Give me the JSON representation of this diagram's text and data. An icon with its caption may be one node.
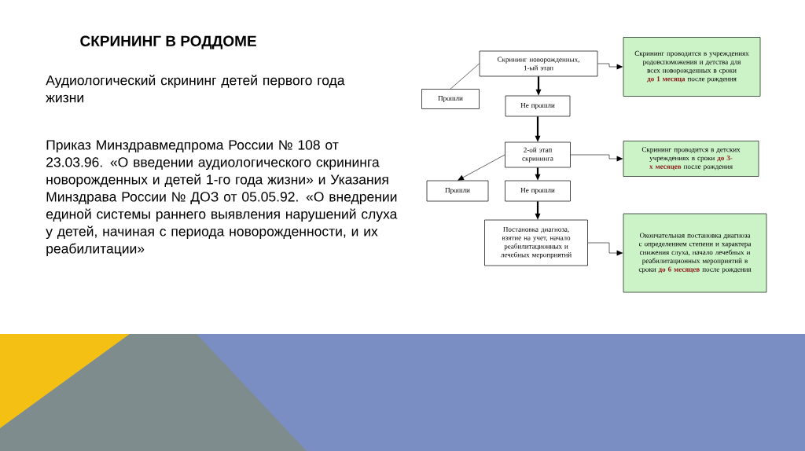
{
  "diagram": {
    "title": "СКРИНИНГ В РОДДОМЕ",
    "nodes": [
      {
        "text": [
          "Скрининг новорожденных, 1-ый этап"
        ]
      },
      {
        "text": [
          "Прошли"
        ]
      },
      {
        "text": [
          "Не прошли"
        ]
      },
      {
        "text": [
          "2-ой этап скрининга"
        ]
      },
      {
        "text": [
          "Прошли"
        ]
      },
      {
        "text": [
          "Не прошли"
        ]
      },
      {
        "text": [
          "Постановка диагноза, взятие на учет, начало реабилитационных и лечебных мероприятий"
        ]
      },
      {
        "text": [
          "Скрининг проводится в учреждениях родовспоможения и детства для всех новорожденных в сроки **до 1 месяца** после рождения"
        ]
      },
      {
        "text": [
          "Скрининг проводится в детских учреждениях в сроки **до 3-х месяцев** после рождения"
        ]
      },
      {
        "text": [
          "Окончательная постановка диагноза с определением степени и характера снижения слуха, начало лечебных и реабилитационных мероприятий в сроки **до 6 месяцев** после рождения"
        ]
      }
    ],
    "edges": [
      {
        "from": 0,
        "to": 1,
        "arrow": "none"
      },
      {
        "from": 0,
        "to": 2,
        "arrow": "to",
        "style": "thick"
      },
      {
        "from": 2,
        "to": 3,
        "arrow": "to",
        "style": "thick"
      },
      {
        "from": 3,
        "to": 4,
        "arrow": "to"
      },
      {
        "from": 3,
        "to": 5,
        "arrow": "to",
        "style": "thick"
      },
      {
        "from": 5,
        "to": 6,
        "arrow": "to",
        "style": "thick"
      },
      {
        "from": 0,
        "to": 7,
        "arrow": "to"
      },
      {
        "from": 3,
        "to": 8,
        "arrow": "to"
      },
      {
        "from": 6,
        "to": 9,
        "arrow": "to"
      }
    ],
    "labels": [
      "Аудиологический скрининг детей первого года жизни",
      "Приказ Минздравмедпрома России № 108 от 23.03.96. «О введении аудиологического скрининга новорожденных и детей 1-го года жизни» и Указания Минздрава России № ДОЗ от 05.05.92. «О внедрении единой системы раннего выявления нарушений слуха у детей, начиная с периода новорожденности, и их реабилитации»"
    ]
  }
}
